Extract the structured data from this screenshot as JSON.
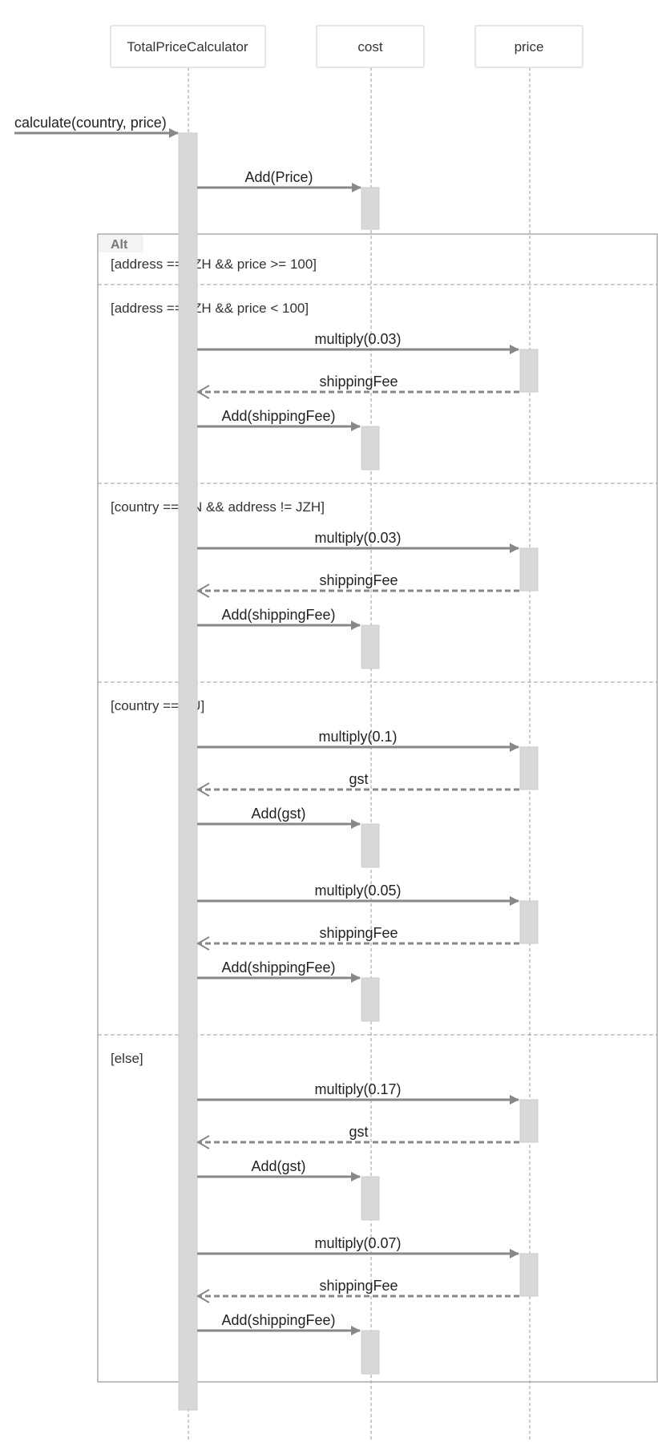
{
  "participants": [
    {
      "id": "calc",
      "label": "TotalPriceCalculator"
    },
    {
      "id": "cost",
      "label": "cost"
    },
    {
      "id": "price",
      "label": "price"
    }
  ],
  "entry_message": "calculate(country, price)",
  "initial_message": "Add(Price)",
  "alt_frame": {
    "tag": "Alt",
    "sections": [
      {
        "guard": "[address == JZH && price >= 100]",
        "messages": []
      },
      {
        "guard": "[address == JZH && price < 100]",
        "messages": [
          {
            "from": "calc",
            "to": "price",
            "label": "multiply(0.03)",
            "kind": "call"
          },
          {
            "from": "price",
            "to": "calc",
            "label": "shippingFee",
            "kind": "return"
          },
          {
            "from": "calc",
            "to": "cost",
            "label": "Add(shippingFee)",
            "kind": "call"
          }
        ]
      },
      {
        "guard": "[country == CN && address != JZH]",
        "messages": [
          {
            "from": "calc",
            "to": "price",
            "label": "multiply(0.03)",
            "kind": "call"
          },
          {
            "from": "price",
            "to": "calc",
            "label": "shippingFee",
            "kind": "return"
          },
          {
            "from": "calc",
            "to": "cost",
            "label": "Add(shippingFee)",
            "kind": "call"
          }
        ]
      },
      {
        "guard": "[country == AU]",
        "messages": [
          {
            "from": "calc",
            "to": "price",
            "label": "multiply(0.1)",
            "kind": "call"
          },
          {
            "from": "price",
            "to": "calc",
            "label": "gst",
            "kind": "return"
          },
          {
            "from": "calc",
            "to": "cost",
            "label": "Add(gst)",
            "kind": "call"
          },
          {
            "from": "calc",
            "to": "price",
            "label": "multiply(0.05)",
            "kind": "call"
          },
          {
            "from": "price",
            "to": "calc",
            "label": "shippingFee",
            "kind": "return"
          },
          {
            "from": "calc",
            "to": "cost",
            "label": "Add(shippingFee)",
            "kind": "call"
          }
        ]
      },
      {
        "guard": "[else]",
        "messages": [
          {
            "from": "calc",
            "to": "price",
            "label": "multiply(0.17)",
            "kind": "call"
          },
          {
            "from": "price",
            "to": "calc",
            "label": "gst",
            "kind": "return"
          },
          {
            "from": "calc",
            "to": "cost",
            "label": "Add(gst)",
            "kind": "call"
          },
          {
            "from": "calc",
            "to": "price",
            "label": "multiply(0.07)",
            "kind": "call"
          },
          {
            "from": "price",
            "to": "calc",
            "label": "shippingFee",
            "kind": "return"
          },
          {
            "from": "calc",
            "to": "cost",
            "label": "Add(shippingFee)",
            "kind": "call"
          }
        ]
      }
    ]
  }
}
